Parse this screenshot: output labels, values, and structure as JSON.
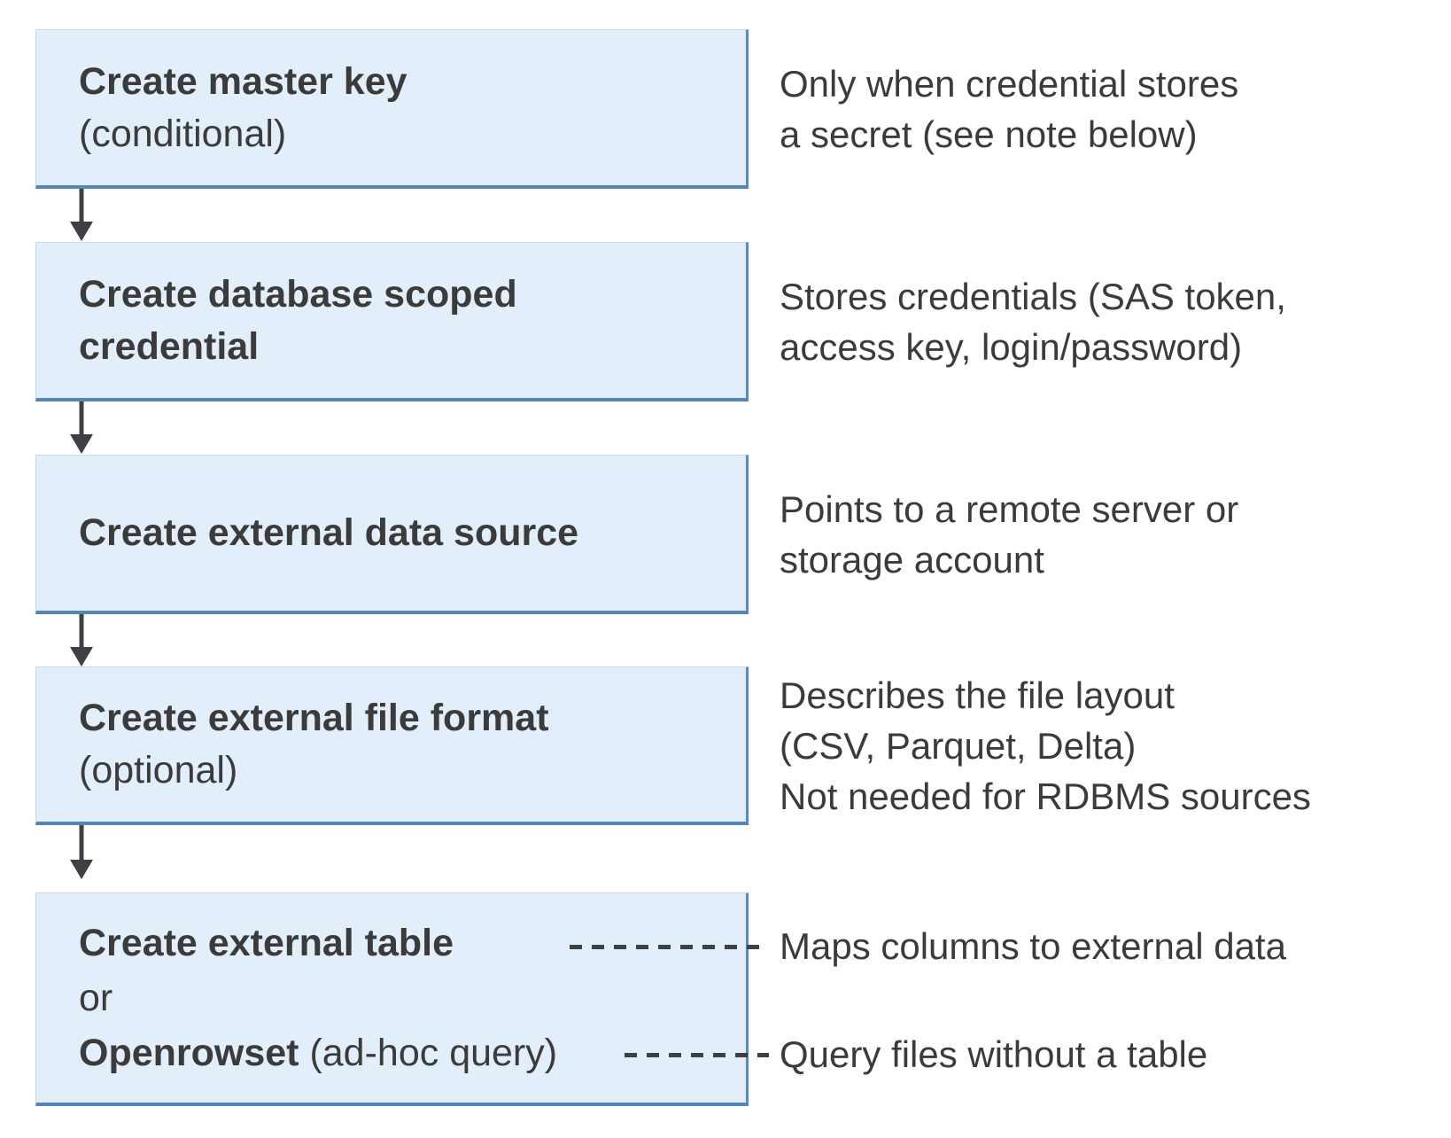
{
  "colors": {
    "box_fill": "#e3eefb",
    "box_border_light": "#c8d8eb",
    "box_border_accent": "#5485b8",
    "box_border_accent2": "#5a8abf",
    "arrow": "#3d4045",
    "text": "#3b3b3b",
    "connector": "#3d4045",
    "page_bg": "#ffffff"
  },
  "boxes": {
    "box1": {
      "title": "Create master key",
      "qualifier": "(conditional)"
    },
    "box2": {
      "title_line1": "Create database scoped",
      "title_line2": "credential"
    },
    "box3": {
      "title": "Create external data source"
    },
    "box4": {
      "title": "Create external file format",
      "qualifier": "(optional)"
    },
    "box5": {
      "option1": "Create external table",
      "or_word": "or",
      "option2": "Openrowset",
      "option2_qualifier": " (ad-hoc query)"
    }
  },
  "notes": {
    "master_key": [
      "Only when credential stores",
      "a secret (see note below)"
    ],
    "credential": [
      "Stores credentials (SAS token,",
      "access key, login/password)"
    ],
    "data_source": [
      "Points to a remote server or",
      "storage account"
    ],
    "file_format": [
      "Describes the file layout",
      "(CSV, Parquet, Delta)",
      "Not needed for RDBMS sources"
    ],
    "external_table": "Maps columns to external data",
    "openrowset": "Query files without a table"
  }
}
